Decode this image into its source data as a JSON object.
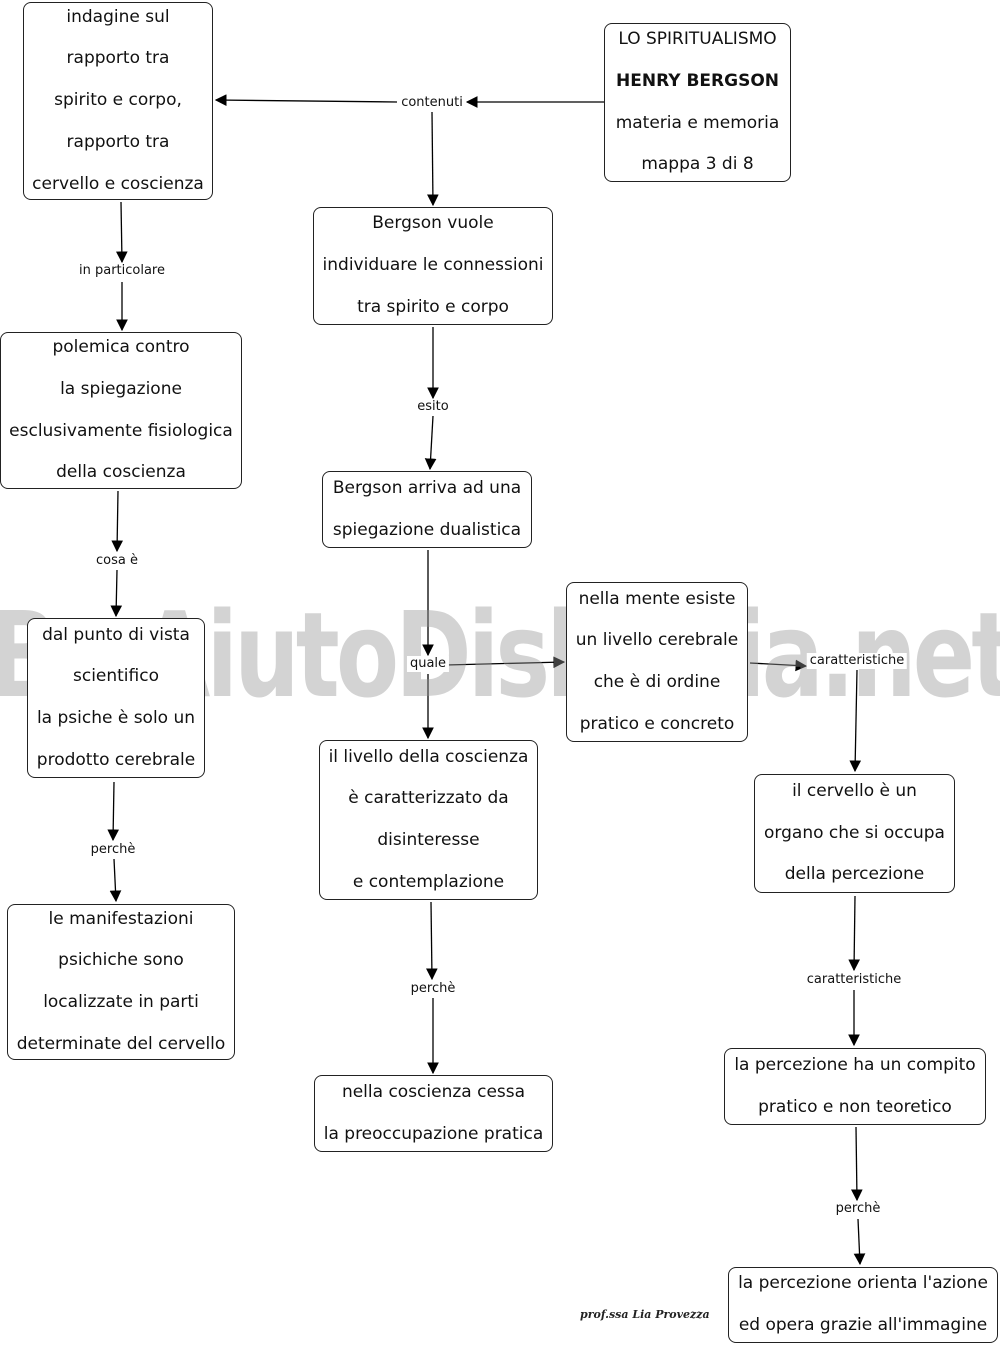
{
  "nodes": {
    "title": {
      "lines": [
        "LO SPIRITUALISMO",
        "HENRY BERGSON",
        "materia e memoria",
        "mappa 3 di 8"
      ]
    },
    "indagine": {
      "lines": [
        "indagine sul",
        "rapporto tra",
        "spirito e corpo,",
        "rapporto tra",
        "cervello e coscienza"
      ]
    },
    "bergson_vuole": {
      "lines": [
        "Bergson vuole",
        "individuare le connessioni",
        "tra spirito e corpo"
      ]
    },
    "polemica": {
      "lines": [
        "polemica contro",
        "la spiegazione",
        "esclusivamente fisiologica",
        "della coscienza"
      ]
    },
    "arriva": {
      "lines": [
        "Bergson arriva ad una",
        "spiegazione dualistica"
      ]
    },
    "mente": {
      "lines": [
        "nella mente esiste",
        "un livello cerebrale",
        "che è di ordine",
        "pratico e concreto"
      ]
    },
    "punto_vista": {
      "lines": [
        "dal punto di vista",
        "scientifico",
        "la psiche è solo un",
        "prodotto cerebrale"
      ]
    },
    "livello": {
      "lines": [
        "il livello della coscienza",
        "è caratterizzato da",
        "disinteresse",
        "e contemplazione"
      ]
    },
    "cervello": {
      "lines": [
        "il cervello è un",
        "organo che si occupa",
        "della percezione"
      ]
    },
    "manifestazioni": {
      "lines": [
        "le manifestazioni",
        "psichiche sono",
        "localizzate in parti",
        "determinate del cervello"
      ]
    },
    "cessa": {
      "lines": [
        "nella coscienza cessa",
        "la preoccupazione pratica"
      ]
    },
    "compito": {
      "lines": [
        "la percezione ha un compito",
        "pratico e non teoretico"
      ]
    },
    "orienta": {
      "lines": [
        "la percezione orienta l'azione",
        "ed opera grazie all'immagine"
      ]
    }
  },
  "links": {
    "contenuti": "contenuti",
    "in_particolare": "in particolare",
    "esito": "esito",
    "cosa_e": "cosa è",
    "quale": "quale",
    "caratteristiche_1": "caratteristiche",
    "perche_1": "perchè",
    "perche_2": "perchè",
    "caratteristiche_2": "caratteristiche",
    "perche_3": "perchè"
  },
  "watermark": "By AiutoDislessia.net",
  "credit": "prof.ssa Lia Provezza"
}
